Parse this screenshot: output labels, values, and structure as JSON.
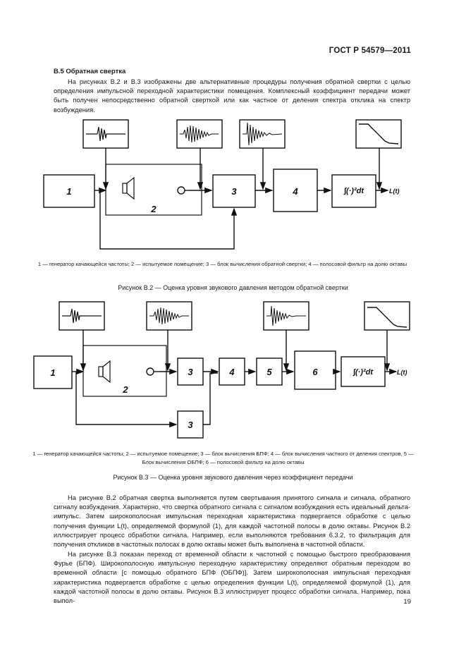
{
  "header": {
    "standard": "ГОСТ Р 54579—2011"
  },
  "section": {
    "title": "В.5  Обратная свертка"
  },
  "intro": "На рисунках В.2 и В.3 изображены две альтернативные процедуры получения обратной свертки с целью определения импульсной переходной характеристики помещения. Комплексный коэффициент передачи может быть получен непосредственно обратной сверткой или как частное от деления спектра отклика на спектр возбуждения.",
  "figure_b2": {
    "blocks": {
      "b1": "1",
      "b2": "2",
      "b3": "3",
      "b4": "4"
    },
    "integral": "∫(·)²dt",
    "output": "L(t)",
    "legend": "1 — генератор качающейся частоты; 2 — испытуемое помещение; 3 — блок вычисления обратной свертки; 4 — полосовой фильтр на долю октавы",
    "caption": "Рисунок В.2 — Оценка уровня звукового давления методом обратной свертки"
  },
  "figure_b3": {
    "blocks": {
      "b1": "1",
      "b2": "2",
      "b3a": "3",
      "b4": "4",
      "b5": "5",
      "b6": "6",
      "b3b": "3"
    },
    "integral": "∫(·)²dt",
    "output": "L(t)",
    "legend": "1 — генератор качающейся частоты; 2 — испытуемое помещение; 3 — блок вычисления БПФ; 4 — блок вычисления частного от деления спектров, 5 — Блок вычисления ОБПФ; 6 — полосовой фильтр на долю октавы",
    "caption": "Рисунок В.3 — Оценка уровня звукового давления через коэффициент передачи"
  },
  "body_p1": "На рисунке В.2 обратная свертка выполняется путем свертывания принятого сигнала и сигнала, обратного сигналу возбуждения. Характерно, что свертка обратного сигнала с сигналом возбуждения есть идеальный дельта-импульс. Затем широкополосная импульсная переходная характеристика подвергается обработке с целью получения функции L(t), определяемой формулой (1), для каждой частотной полосы в долю октавы. Рисунок В.2 иллюстрирует процесс обработки сигнала. Например, если выполняются требования 6.3.2, то фильтрация для получения откликов в частотных полосах в долю октавы может быть выполнена в частотной области.",
  "body_p2": "На рисунке В.3 показан переход от временной области к частотной с помощью быстрого преобразования Фурье (БПФ). Широкополосную импульсную переходную характеристику определяют обратным переходом во временной области [с помощью обратного БПФ (ОБПФ)]. Затем широкополосная импульсная переходная характеристика подвергается обработке с целью определения функции L(t), определяемой формулой (1), для каждой частотной полосы в долю октавы. Рисунок В.3 иллюстрирует процесс обработки сигнала. Например, пока выпол-",
  "page_number": "19"
}
